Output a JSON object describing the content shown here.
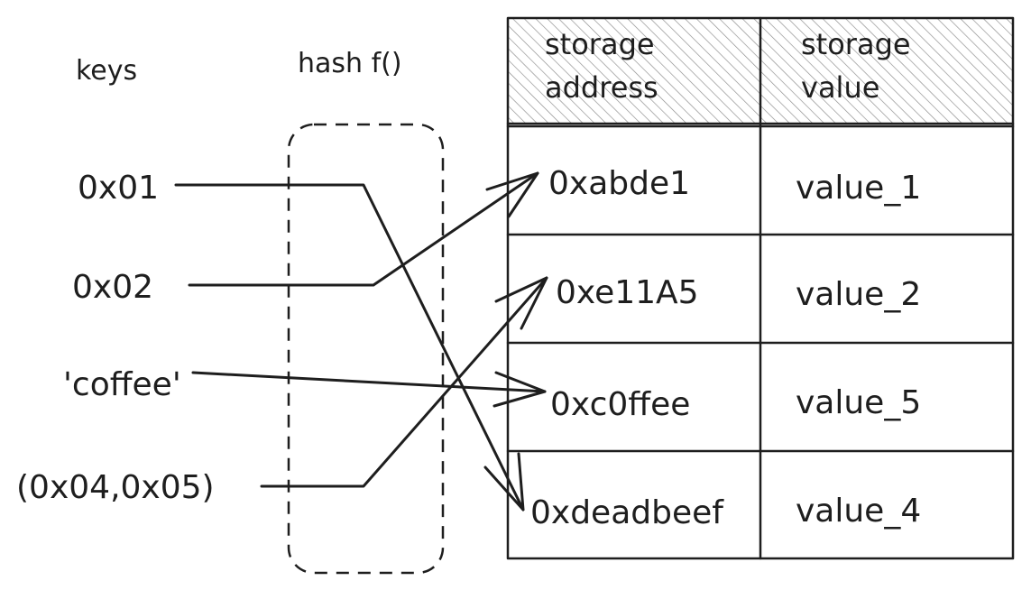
{
  "labels": {
    "keys_heading": "keys",
    "hash_heading": "hash f()"
  },
  "keys": [
    "0x01",
    "0x02",
    "'coffee'",
    "(0x04,0x05)"
  ],
  "table": {
    "headers": [
      [
        "storage",
        "address"
      ],
      [
        "storage",
        "value"
      ]
    ],
    "rows": [
      {
        "address": "0xabde1",
        "value": "value_1"
      },
      {
        "address": "0xe11A5",
        "value": "value_2"
      },
      {
        "address": "0xc0ffee",
        "value": "value_5"
      },
      {
        "address": "0xdeadbeef",
        "value": "value_4"
      }
    ]
  },
  "mapping": [
    {
      "key": "0x01",
      "address": "0xdeadbeef"
    },
    {
      "key": "0x02",
      "address": "0xabde1"
    },
    {
      "key": "'coffee'",
      "address": "0xc0ffee"
    },
    {
      "key": "(0x04,0x05)",
      "address": "0xe11A5"
    }
  ],
  "colors": {
    "ink": "#1e1e1e",
    "hatch": "#8a8a8a",
    "background": "#ffffff"
  }
}
